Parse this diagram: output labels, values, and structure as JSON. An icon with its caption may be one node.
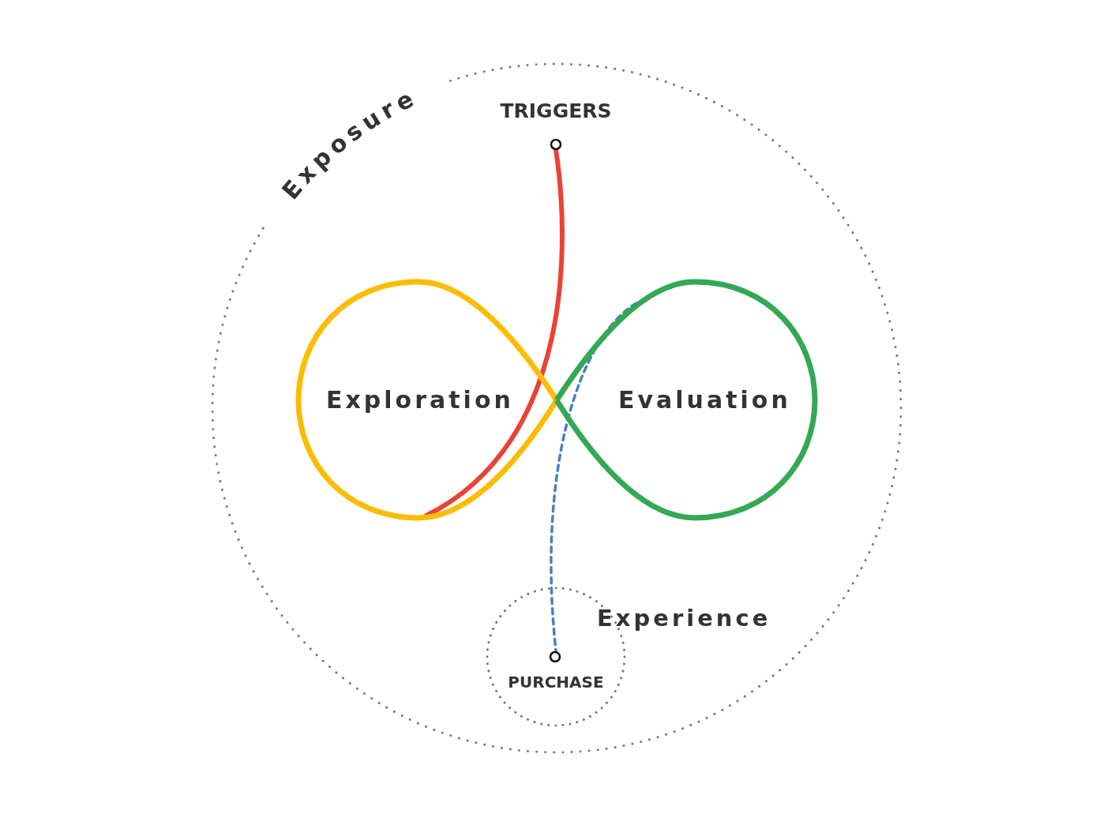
{
  "diagram": {
    "nodes": [
      {
        "text": [
          "Exposure"
        ]
      },
      {
        "text": [
          "TRIGGERS"
        ],
        "in": 0
      },
      {
        "text": [
          "Exploration"
        ],
        "in": 0
      },
      {
        "text": [
          "Evaluation"
        ],
        "in": 0
      },
      {
        "text": [
          "Experience"
        ],
        "in": 0
      },
      {
        "text": [
          "PURCHASE"
        ],
        "in": 4
      }
    ],
    "edges": [
      {
        "from": 1,
        "to": 2,
        "arrow": "none",
        "color": "#ea4335"
      },
      {
        "from": 3,
        "to": 5,
        "arrow": "none",
        "style": "dashed",
        "color": "#4a7fc1"
      }
    ]
  }
}
